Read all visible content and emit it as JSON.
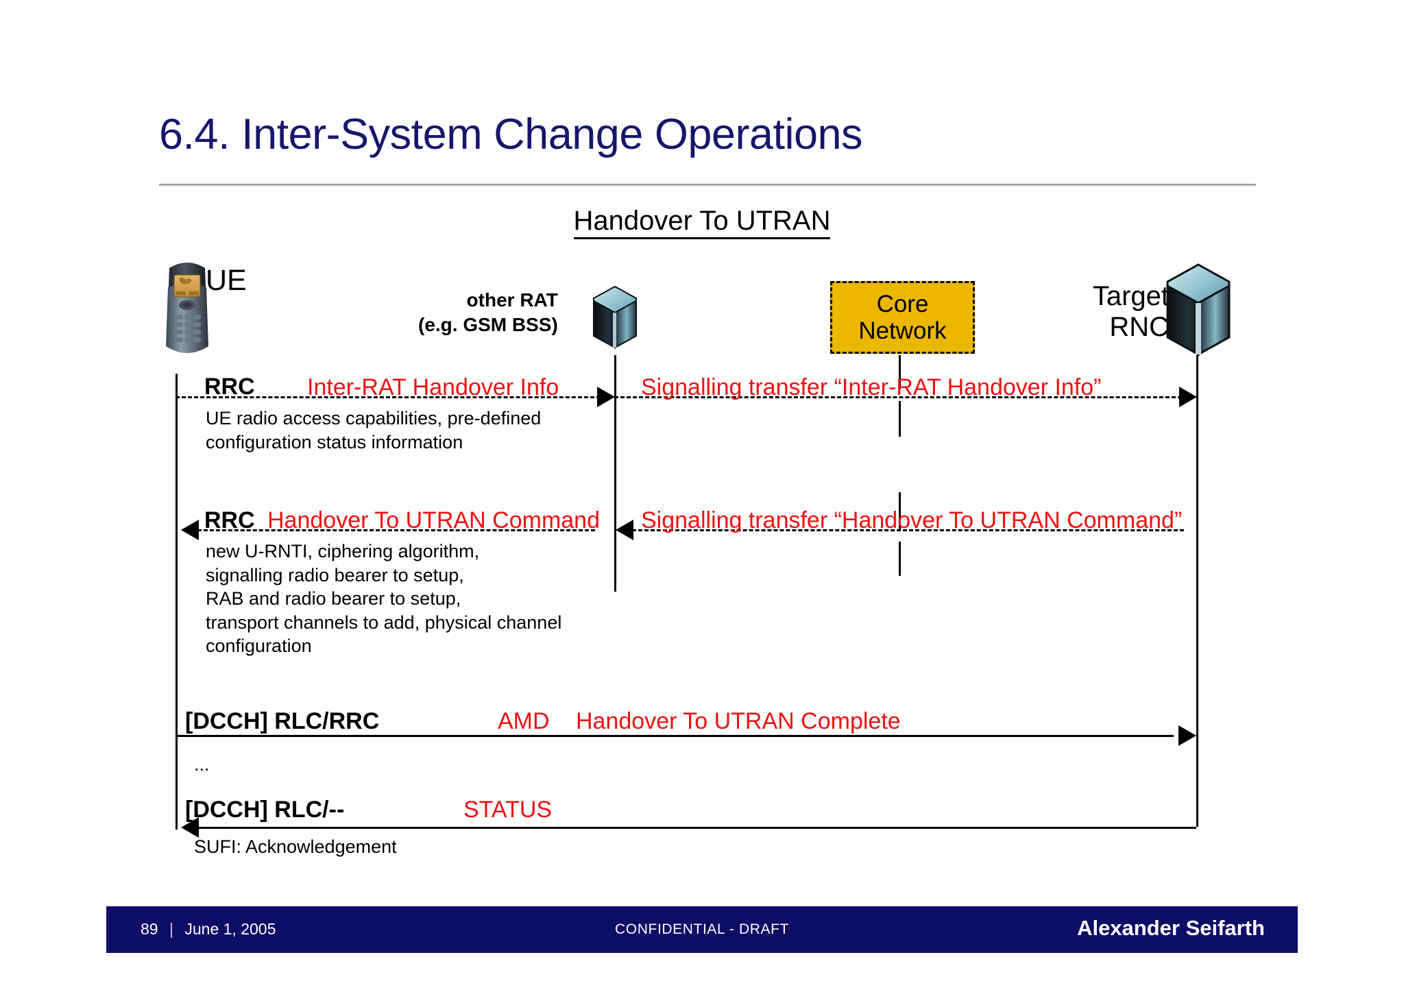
{
  "slide": {
    "title": "6.4. Inter-System Change Operations",
    "subtitle": "Handover To UTRAN"
  },
  "actors": {
    "ue": {
      "label": "UE",
      "icon": "mobile-phone-icon"
    },
    "other_rat": {
      "label_line1": "other RAT",
      "label_line2": "(e.g. GSM BSS)",
      "icon": "network-node-icon"
    },
    "core_network": {
      "label_line1": "Core",
      "label_line2": "Network",
      "fill": "#ecb700",
      "border": "#000000"
    },
    "target_rnc": {
      "label_line1": "Target",
      "label_line2": "RNC",
      "icon": "network-node-icon"
    }
  },
  "messages": [
    {
      "protocol": "RRC",
      "name": "Inter-RAT Handover Info",
      "right_label": "Signalling transfer “Inter-RAT Handover Info”",
      "direction": "right",
      "style": "dashed",
      "note": "UE radio access capabilities, pre-defined\nconfiguration status information"
    },
    {
      "protocol": "RRC",
      "name": "Handover To UTRAN Command",
      "right_label": "Signalling transfer “Handover To UTRAN Command”",
      "direction": "left",
      "style": "dashed",
      "note": "new U-RNTI, ciphering algorithm,\nsignalling radio bearer to setup,\nRAB and radio bearer to setup,\ntransport channels to add, physical channel\nconfiguration"
    },
    {
      "protocol": "[DCCH] RLC/RRC",
      "pdu": "AMD",
      "name": "Handover To UTRAN Complete",
      "direction": "right",
      "style": "solid",
      "note": "..."
    },
    {
      "protocol": "[DCCH] RLC/--",
      "name": "STATUS",
      "direction": "left",
      "style": "solid",
      "note": "SUFI: Acknowledgement"
    }
  ],
  "footer": {
    "page": "89",
    "separator": "|",
    "date": "June 1, 2005",
    "classification": "CONFIDENTIAL - DRAFT",
    "author": "Alexander Seifarth",
    "background": "#0d0d66"
  },
  "colors": {
    "title": "#16176b",
    "message_red": "#ee1111",
    "core_network_fill": "#ecb700",
    "footer_navy": "#0d0d66"
  }
}
